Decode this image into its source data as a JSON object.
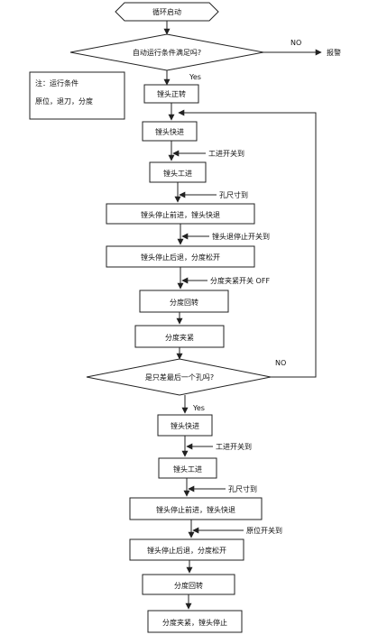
{
  "flowchart": {
    "start": "循环启动",
    "decision1": "自动运行条件满足吗?",
    "decision1_yes": "Yes",
    "decision1_no": "NO",
    "alarm": "报警",
    "note": {
      "line1": "注：运行条件",
      "line2": "原位，退刀，分度"
    },
    "step_head_forward": "镗头正转",
    "step_fast_advance_1": "镗头快进",
    "signal_work_feed_switch_1": "工进开关到",
    "step_work_feed_1": "镗头工进",
    "signal_hole_size_1": "孔尺寸到",
    "step_stop_advance_fast_return_1": "镗头停止前进，镗头快退",
    "signal_stop_return_switch": "镗头退停止开关到",
    "step_stop_return_index_release": "镗头停止后退，分度松开",
    "signal_index_clamp_off": "分度夹紧开关 OFF",
    "step_index_rotate_1": "分度回转",
    "step_index_clamp_1": "分度夹紧",
    "decision2": "是只差最后一个孔吗?",
    "decision2_no": "NO",
    "decision2_yes": "Yes",
    "step_fast_advance_2": "镗头快进",
    "signal_work_feed_switch_2": "工进开关到",
    "step_work_feed_2": "镗头工进",
    "signal_hole_size_2": "孔尺寸到",
    "step_stop_advance_fast_return_2": "镗头停止前进，镗头快退",
    "signal_home_switch": "原位开关到",
    "step_stop_return_index_release_2": "镗头停止后退，分度松开",
    "step_index_rotate_2": "分度回转",
    "step_final": "分度夹紧，镗头停止"
  },
  "colors": {
    "stroke": "#222222",
    "text": "#111111",
    "background": "#ffffff"
  }
}
